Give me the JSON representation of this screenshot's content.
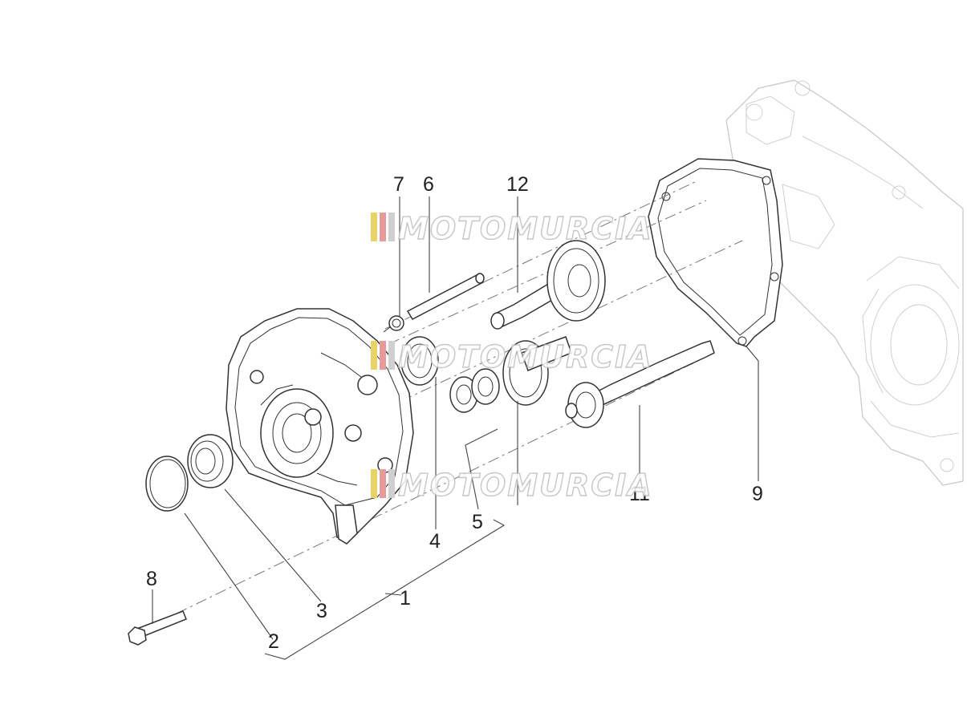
{
  "watermark": {
    "text": "MOTOMURCIA",
    "stripe_colors": [
      "#e8d36a",
      "#e89a9a",
      "#cfcfcf"
    ]
  },
  "callouts": [
    {
      "id": "1",
      "label": "1"
    },
    {
      "id": "2",
      "label": "2"
    },
    {
      "id": "3",
      "label": "3"
    },
    {
      "id": "4",
      "label": "4"
    },
    {
      "id": "5",
      "label": "5"
    },
    {
      "id": "6",
      "label": "6"
    },
    {
      "id": "7",
      "label": "7"
    },
    {
      "id": "8",
      "label": "8"
    },
    {
      "id": "9",
      "label": "9"
    },
    {
      "id": "11",
      "label": "11"
    },
    {
      "id": "12",
      "label": "12"
    }
  ]
}
